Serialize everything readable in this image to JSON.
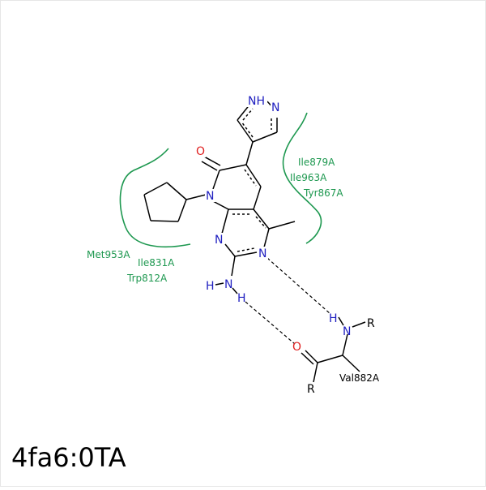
{
  "caption": "4fa6:0TA",
  "colors": {
    "bond": "#000000",
    "nitrogen": "#2020c0",
    "oxygen": "#e02020",
    "residue": "#1e9850",
    "hbond": "#000000"
  },
  "atoms": {
    "pyrazole_nh": "NH",
    "pyrazole_n": "N",
    "carbonyl_o": "O",
    "ring_n1": "N",
    "ring_n2": "N",
    "ring_n3": "N",
    "amine_n": "N",
    "amine_h1": "H",
    "amine_h2": "H",
    "val_h": "H",
    "val_n": "N",
    "val_r1": "R",
    "val_o": "O",
    "val_r2": "R"
  },
  "residues": {
    "right_group": [
      "Ile879A",
      "Ile963A",
      "Tyr867A"
    ],
    "left_group": [
      "Met953A",
      "Ile831A",
      "Trp812A"
    ],
    "backbone": "Val882A"
  },
  "hydrophobic_contact_icon": "green-arc",
  "hbond_icon": "dashed-line"
}
